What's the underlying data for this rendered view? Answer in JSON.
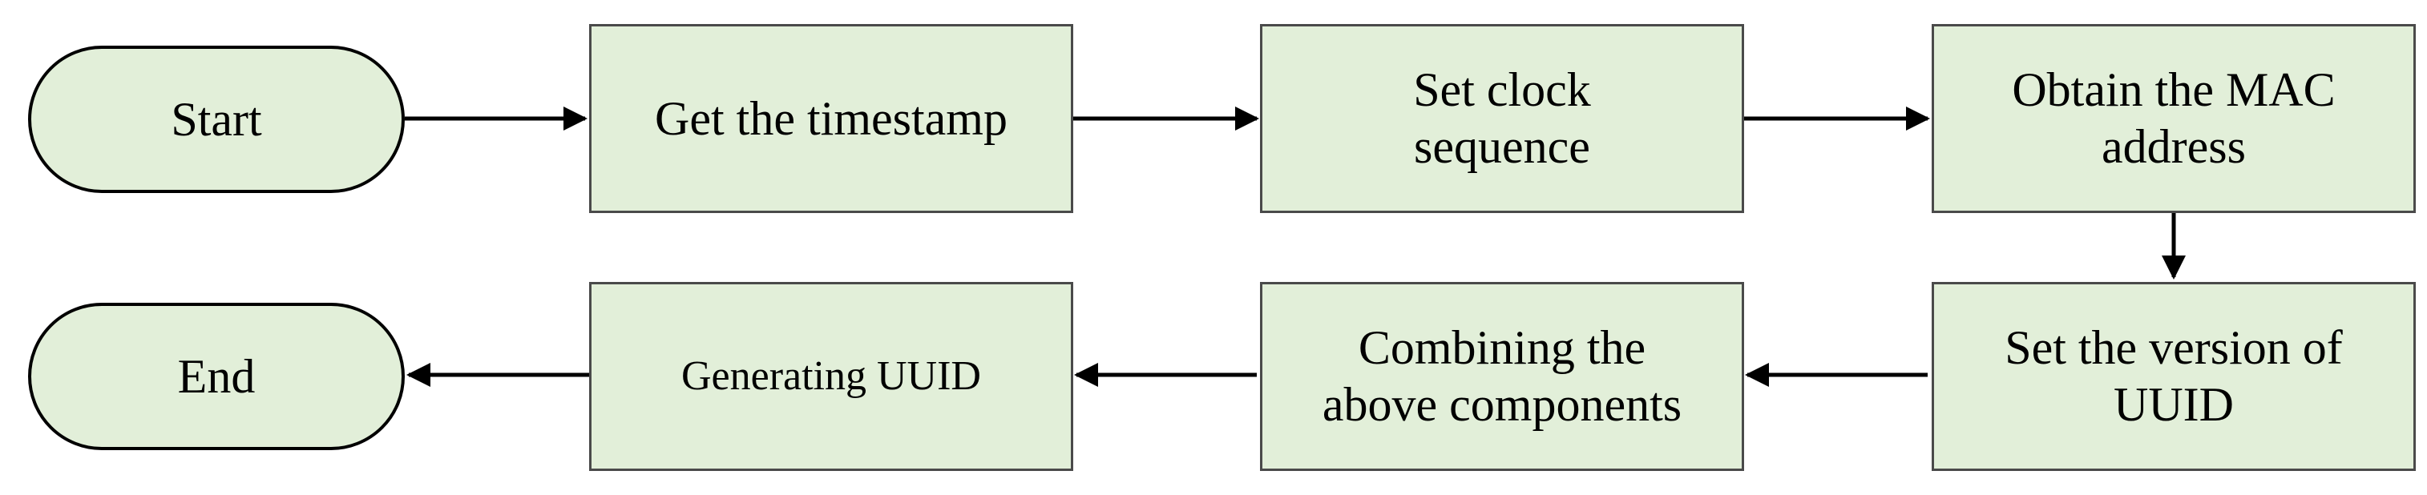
{
  "colors": {
    "node_fill": "#e2efd9",
    "node_border": "#4a4a4a",
    "arrow": "#000000"
  },
  "nodes": {
    "start": "Start",
    "get_timestamp": "Get the timestamp",
    "set_clock": "Set clock\nsequence",
    "obtain_mac": "Obtain the MAC\naddress",
    "set_version": "Set the version of\nUUID",
    "combine": "Combining the\nabove components",
    "generate": "Generating UUID",
    "end": "End"
  }
}
